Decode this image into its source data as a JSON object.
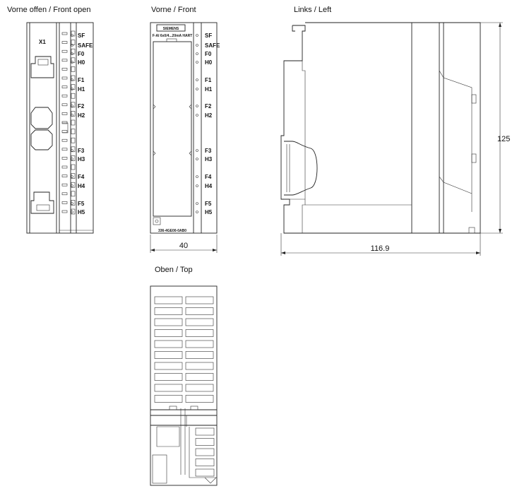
{
  "views": {
    "front_open": {
      "title": "Vorne offen / Front open",
      "connector_label": "X1"
    },
    "front": {
      "title": "Vorne / Front",
      "brand": "SIEMENS",
      "module_name": "F-AI 6x0/4...20mA HART",
      "order_number": "336-4GE00-0AB0",
      "width_dim": "40"
    },
    "left": {
      "title": "Links / Left",
      "height_dim": "125",
      "depth_dim": "116.9"
    },
    "top": {
      "title": "Oben / Top"
    }
  },
  "led_labels": [
    "SF",
    "SAFE",
    "F0",
    "H0",
    "F1",
    "H1",
    "F2",
    "H2",
    "F3",
    "H3",
    "F4",
    "H4",
    "F5",
    "H5"
  ],
  "colors": {
    "line": "#222222",
    "background": "#ffffff"
  }
}
